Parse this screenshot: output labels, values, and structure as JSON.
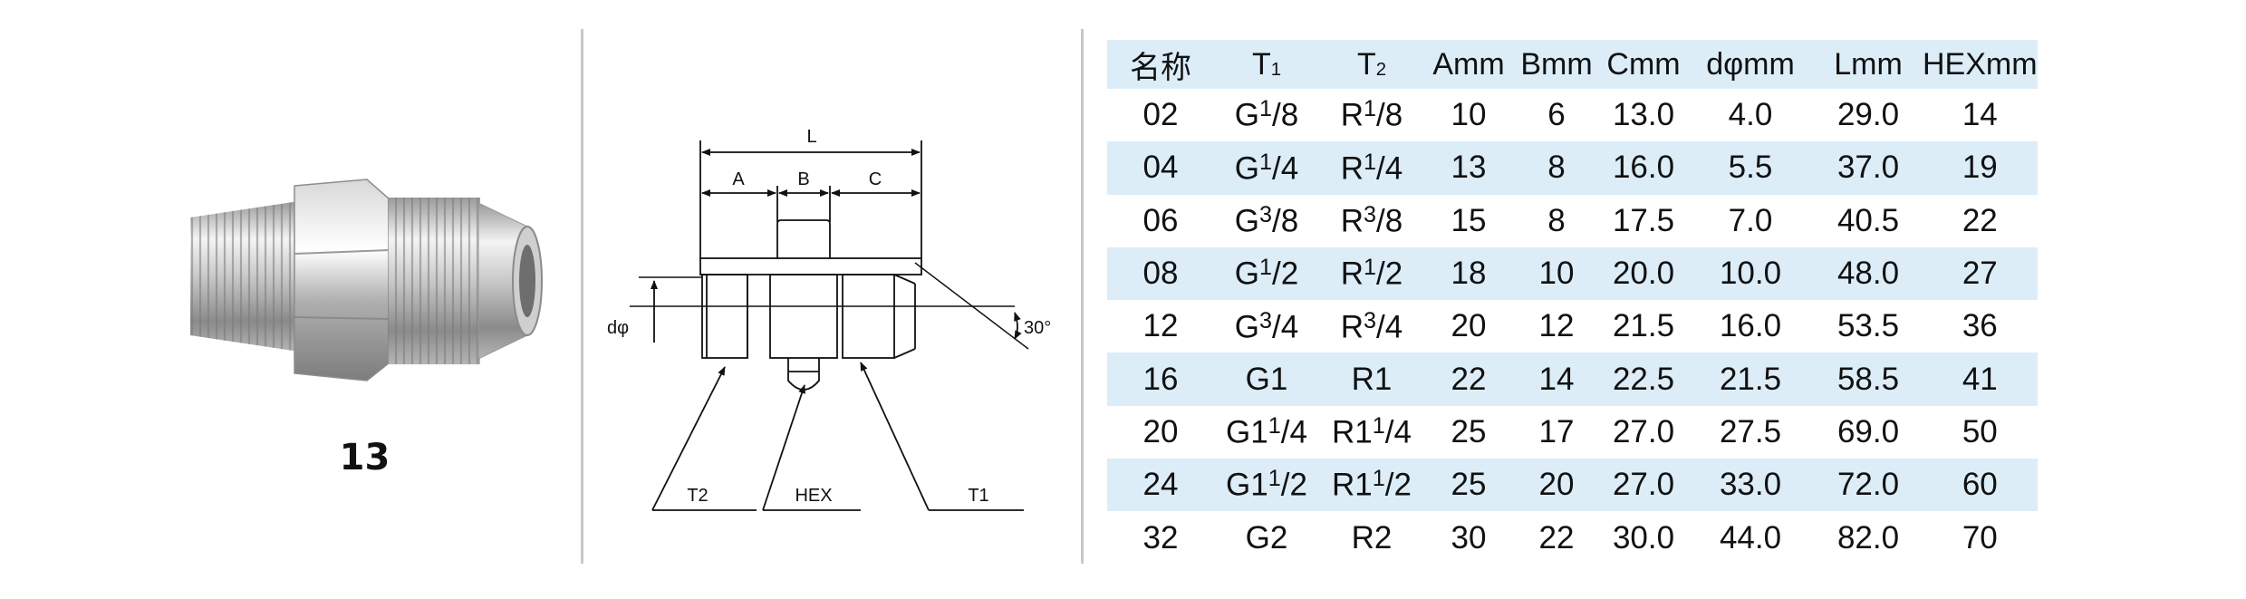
{
  "model": {
    "label": "13"
  },
  "drawing": {
    "labels": {
      "L": "L",
      "A": "A",
      "B": "B",
      "C": "C",
      "d": "dφ",
      "angle": "30°",
      "T2": "T2",
      "HEX": "HEX",
      "T1": "T1"
    }
  },
  "table": {
    "headers": [
      "名称",
      "T1",
      "T2",
      "Amm",
      "Bmm",
      "Cmm",
      "dφmm",
      "Lmm",
      "HEXmm"
    ],
    "rows": [
      [
        "02",
        "G1/8",
        "R1/8",
        "10",
        "6",
        "13.0",
        "4.0",
        "29.0",
        "14"
      ],
      [
        "04",
        "G1/4",
        "R1/4",
        "13",
        "8",
        "16.0",
        "5.5",
        "37.0",
        "19"
      ],
      [
        "06",
        "G3/8",
        "R3/8",
        "15",
        "8",
        "17.5",
        "7.0",
        "40.5",
        "22"
      ],
      [
        "08",
        "G1/2",
        "R1/2",
        "18",
        "10",
        "20.0",
        "10.0",
        "48.0",
        "27"
      ],
      [
        "12",
        "G3/4",
        "R3/4",
        "20",
        "12",
        "21.5",
        "16.0",
        "53.5",
        "36"
      ],
      [
        "16",
        "G1",
        "R1",
        "22",
        "14",
        "22.5",
        "21.5",
        "58.5",
        "41"
      ],
      [
        "20",
        "G11/4",
        "R11/4",
        "25",
        "17",
        "27.0",
        "27.5",
        "69.0",
        "50"
      ],
      [
        "24",
        "G11/2",
        "R11/2",
        "25",
        "20",
        "27.0",
        "33.0",
        "72.0",
        "60"
      ],
      [
        "32",
        "G2",
        "R2",
        "30",
        "22",
        "30.0",
        "44.0",
        "82.0",
        "70"
      ]
    ],
    "colors": {
      "stripe": "#dcedf8",
      "text": "#111111"
    }
  }
}
